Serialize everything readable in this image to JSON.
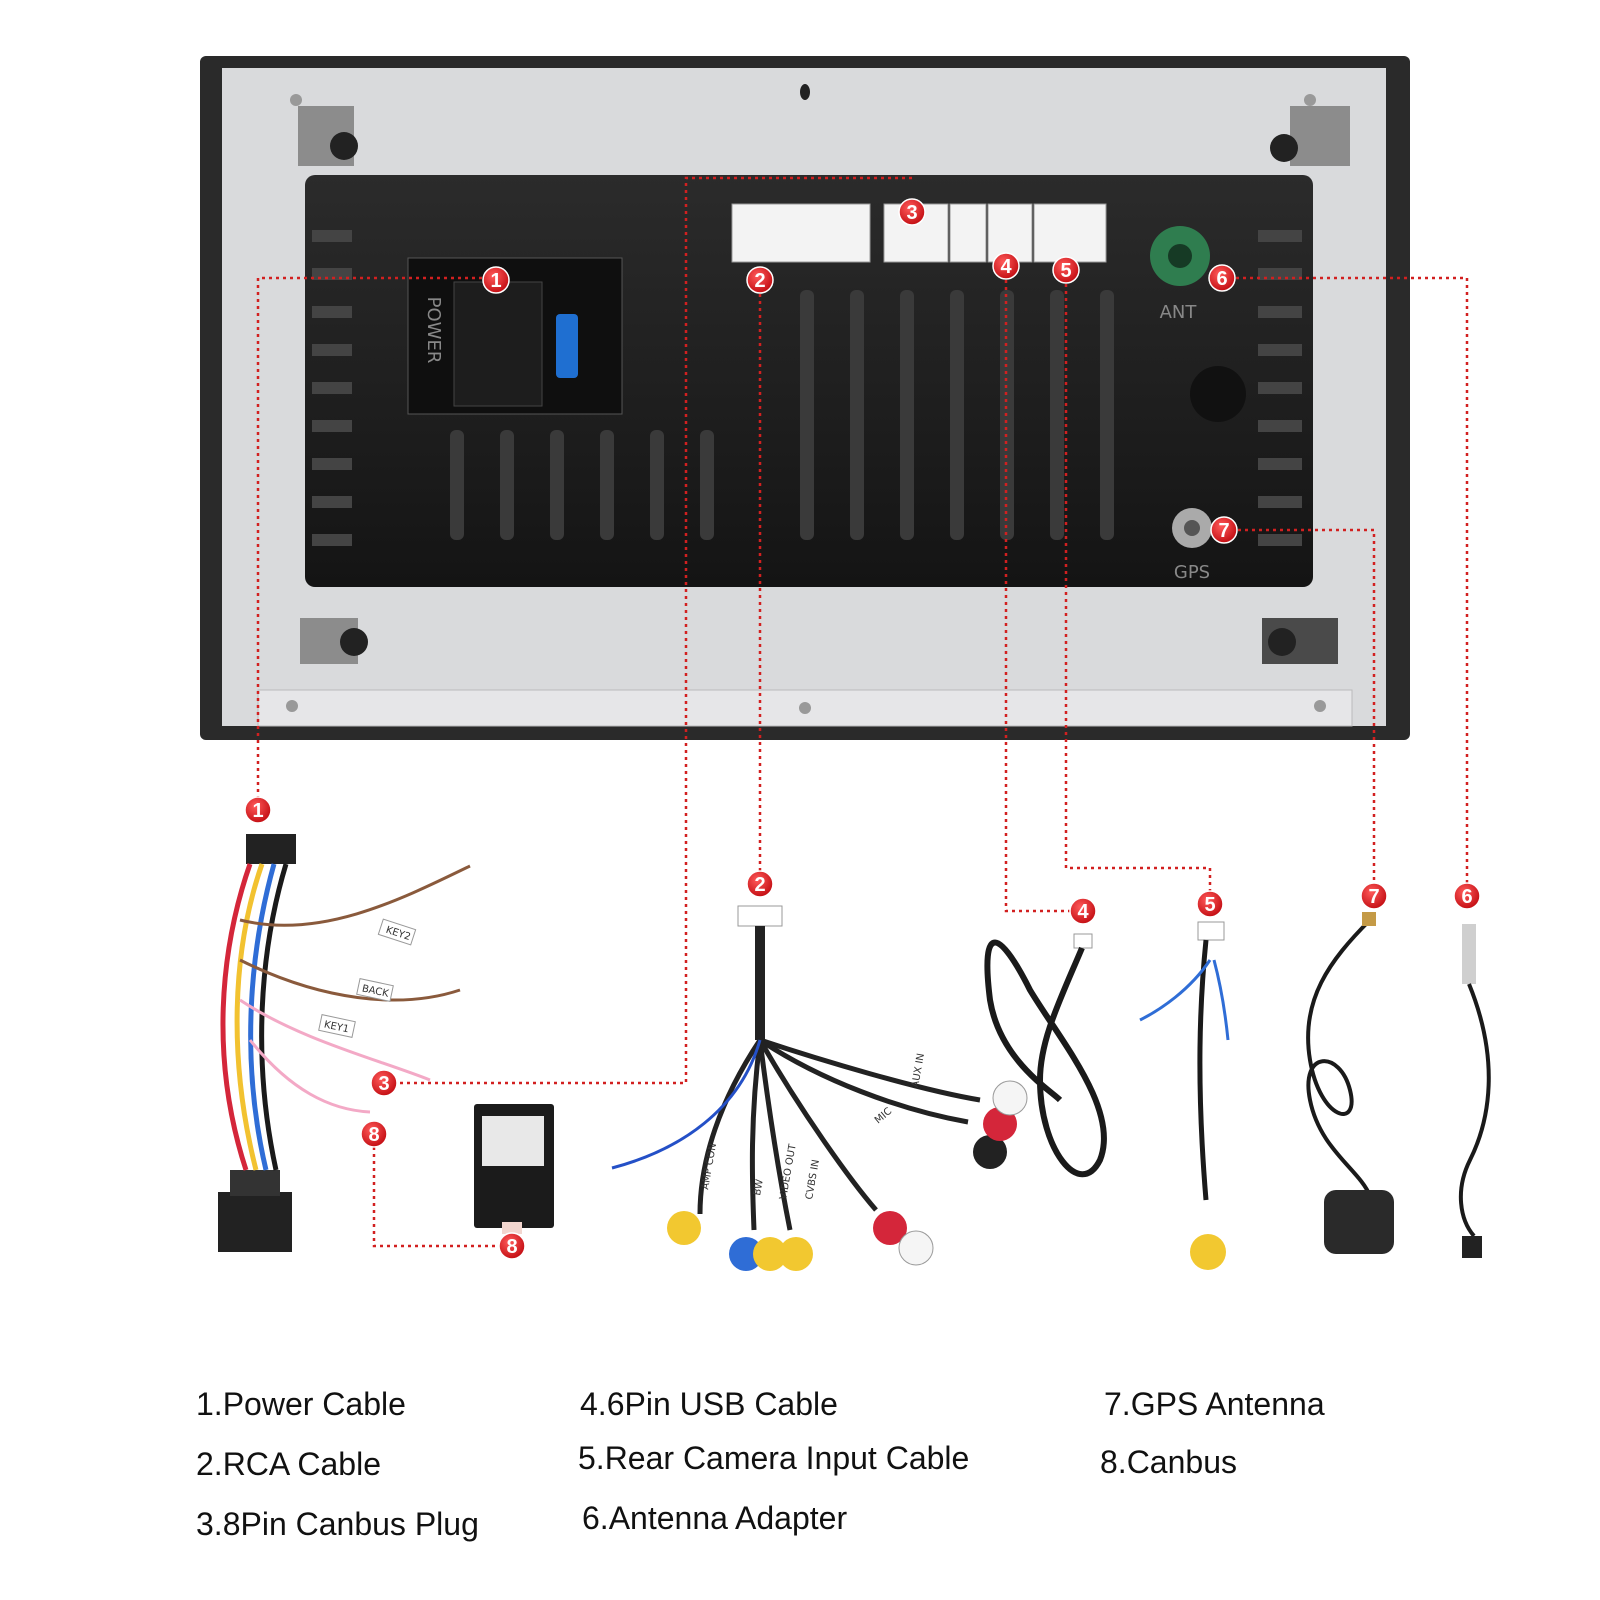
{
  "labels": {
    "unit": {
      "power": "POWER",
      "ant": "ANT",
      "gps": "GPS"
    },
    "cable_tags": {
      "key2": "KEY2",
      "back": "BACK",
      "key1": "KEY1",
      "aux_in": "AUX IN",
      "mic": "MIC",
      "amp_con": "AMP CON",
      "video_out": "VIDEO OUT",
      "cvbs_in": "CVBS IN",
      "bw": "BW"
    }
  },
  "markers": [
    "1",
    "2",
    "3",
    "4",
    "5",
    "6",
    "7",
    "8"
  ],
  "legend": {
    "col1": [
      "1.Power Cable",
      "2.RCA Cable",
      "3.8Pin Canbus Plug"
    ],
    "col2": [
      "4.6Pin USB Cable",
      "5.Rear Camera Input Cable",
      "6.Antenna Adapter"
    ],
    "col3": [
      "7.GPS Antenna",
      "8.Canbus"
    ]
  },
  "colors": {
    "marker": "#e3161b",
    "leader": "#d22020",
    "unit_body": "#1a1a1a",
    "bracket": "#d9dadc"
  }
}
